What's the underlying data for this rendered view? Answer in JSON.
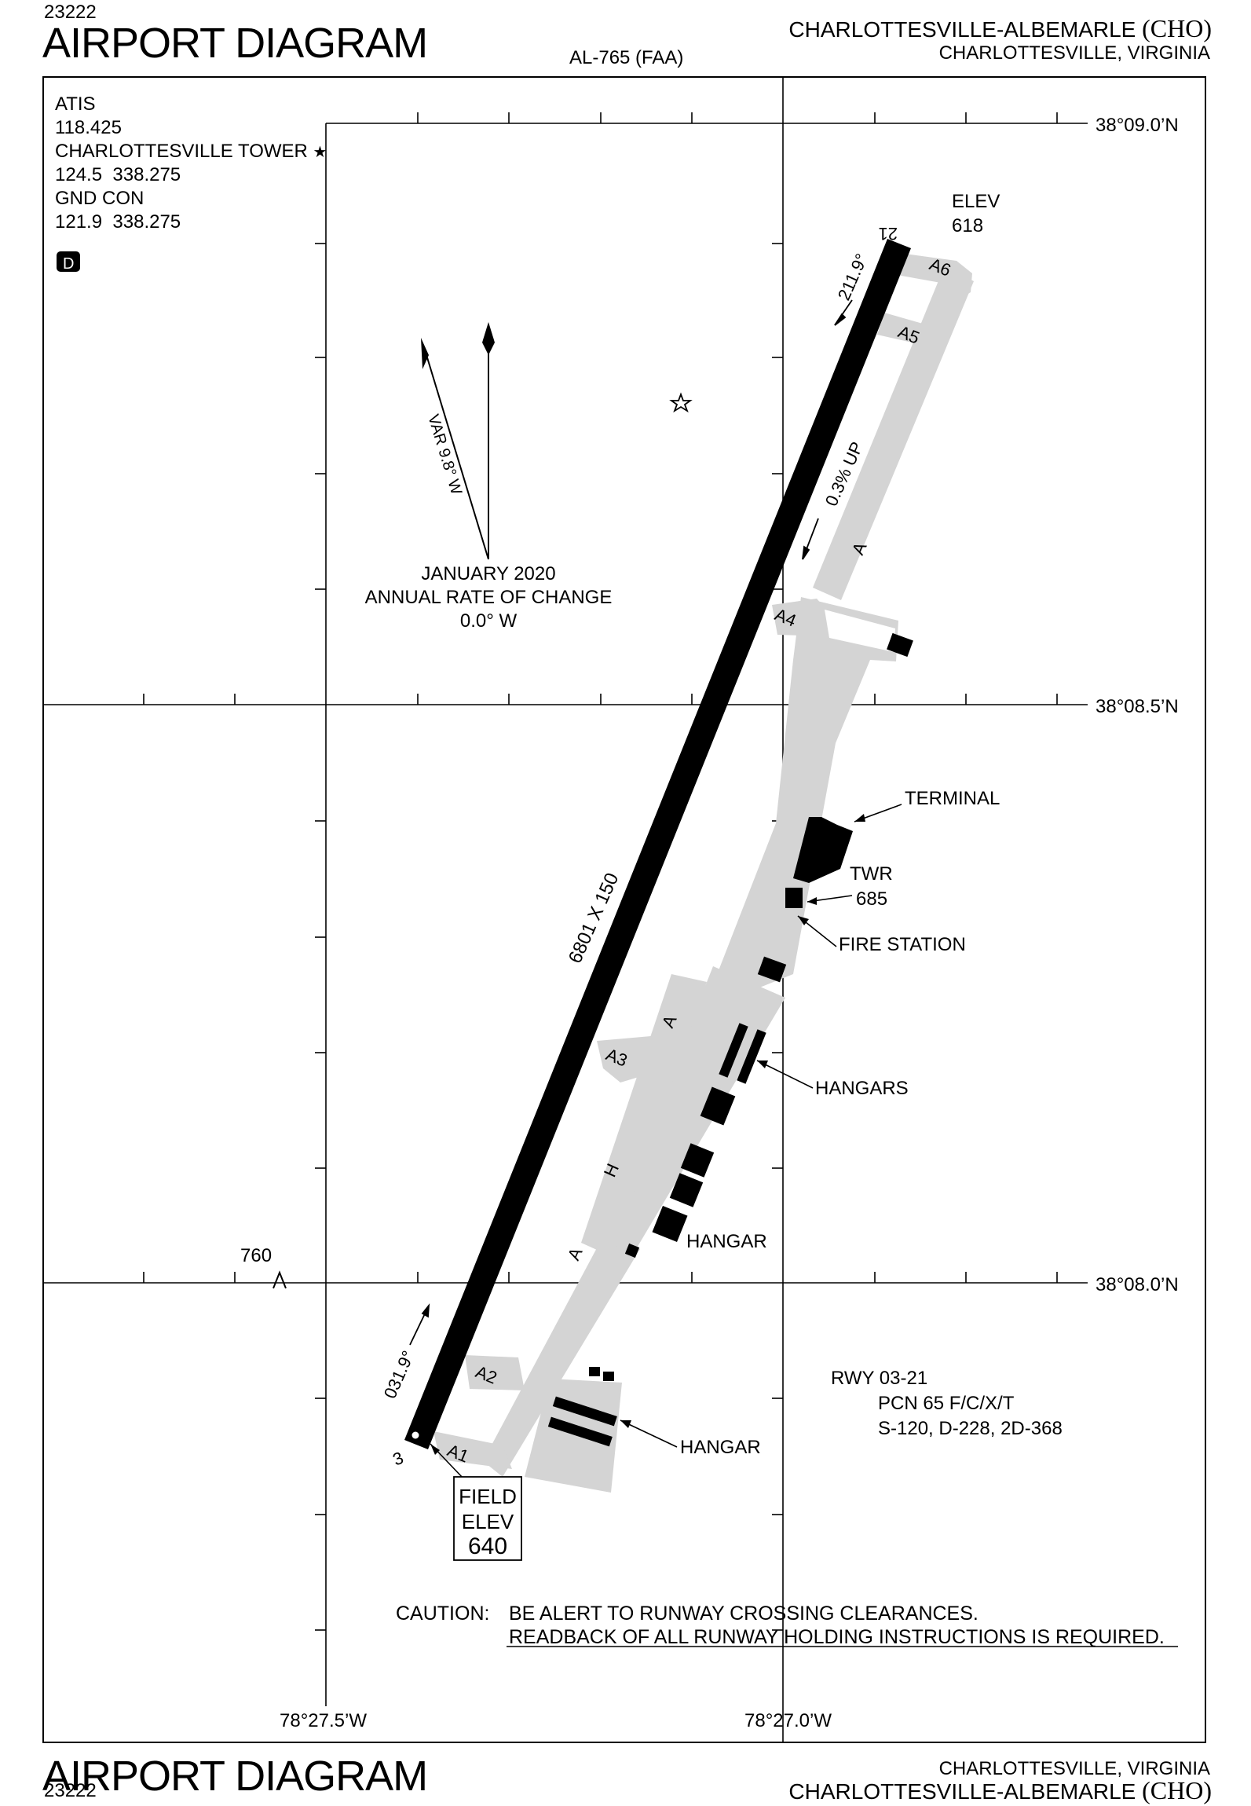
{
  "header": {
    "chart_number": "23222",
    "title": "AIRPORT DIAGRAM",
    "procedure_id": "AL-765 (FAA)",
    "airport_name": "CHARLOTTESVILLE-ALBEMARLE",
    "airport_id": "(CHO)",
    "location": "CHARLOTTESVILLE, VIRGINIA"
  },
  "footer": {
    "chart_number": "23222",
    "title": "AIRPORT DIAGRAM",
    "airport_name": "CHARLOTTESVILLE-ALBEMARLE",
    "airport_id": "(CHO)",
    "location": "CHARLOTTESVILLE, VIRGINIA"
  },
  "frequencies": {
    "atis_label": "ATIS",
    "atis_freq": "118.425",
    "tower_label": "CHARLOTTESVILLE TOWER",
    "tower_star": "★",
    "tower_freq": "124.5  338.275",
    "gnd_label": "GND CON",
    "gnd_freq": "121.9  338.275",
    "dlabel": "D"
  },
  "magvar": {
    "var_label": "VAR 9.8° W",
    "date": "JANUARY 2020",
    "rate_label": "ANNUAL RATE OF CHANGE",
    "rate_value": "0.0° W"
  },
  "grid": {
    "lat_top": "38°09.0’N",
    "lat_mid": "38°08.5’N",
    "lat_bot": "38°08.0’N",
    "lon_left": "78°27.5’W",
    "lon_right": "78°27.0’W"
  },
  "runway": {
    "dimensions": "6801 X 150",
    "end_21": "21",
    "end_3": "3",
    "heading_21": "211.9°",
    "heading_03": "031.9°",
    "slope": "0.3% UP",
    "elev_label": "ELEV",
    "elev_21": "618"
  },
  "field_elev": {
    "line1": "FIELD",
    "line2": "ELEV",
    "line3": "640"
  },
  "taxiways": {
    "a1": "A1",
    "a2": "A2",
    "a3": "A3",
    "a4": "A4",
    "a5": "A5",
    "a6": "A6",
    "a_upper": "A",
    "a_mid": "A",
    "a_lower": "A",
    "h": "H"
  },
  "facilities": {
    "terminal": "TERMINAL",
    "twr_label": "TWR",
    "twr_elev": "685",
    "fire_station": "FIRE STATION",
    "hangars": "HANGARS",
    "hangar_mid": "HANGAR",
    "hangar_south": "HANGAR"
  },
  "obstacle": {
    "elev": "760"
  },
  "pcn": {
    "runway": "RWY 03-21",
    "pcn": "PCN 65 F/C/X/T",
    "weights": "S-120, D-228, 2D-368"
  },
  "caution": {
    "label": "CAUTION:",
    "line1": "BE ALERT TO RUNWAY CROSSING CLEARANCES.",
    "line2": "READBACK OF ALL RUNWAY HOLDING INSTRUCTIONS IS REQUIRED."
  },
  "colors": {
    "runway": "#000000",
    "taxiway": "#d4d4d4",
    "building": "#000000",
    "frame": "#000000"
  }
}
